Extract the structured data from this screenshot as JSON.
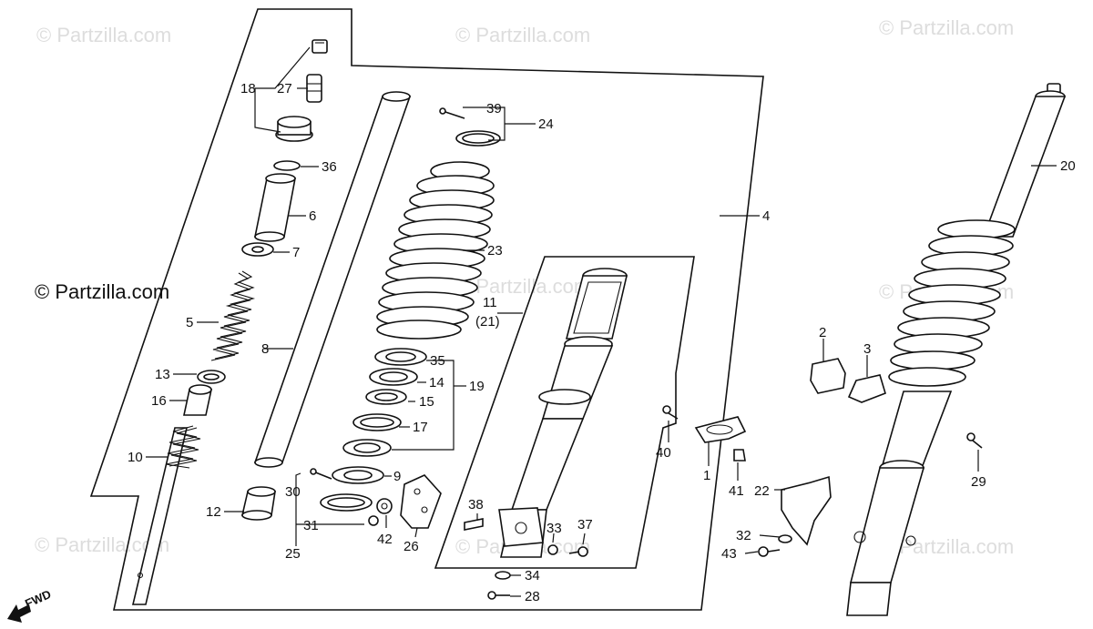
{
  "watermark": "© Partzilla.com",
  "copyright": "© Partzilla.com",
  "fwd": "FWD",
  "labels": {
    "1": "1",
    "2": "2",
    "3": "3",
    "4": "4",
    "5": "5",
    "6": "6",
    "7": "7",
    "8": "8",
    "9": "9",
    "10": "10",
    "11": "11",
    "11b": "(21)",
    "12": "12",
    "13": "13",
    "14": "14",
    "15": "15",
    "16": "16",
    "17": "17",
    "18": "18",
    "19": "19",
    "20": "20",
    "22": "22",
    "23": "23",
    "24": "24",
    "25": "25",
    "26": "26",
    "27": "27",
    "28": "28",
    "29": "29",
    "30": "30",
    "31": "31",
    "32": "32",
    "33": "33",
    "34": "34",
    "35": "35",
    "36": "36",
    "37": "37",
    "38": "38",
    "39": "39",
    "40": "40",
    "41": "41",
    "42": "42",
    "43": "43"
  }
}
